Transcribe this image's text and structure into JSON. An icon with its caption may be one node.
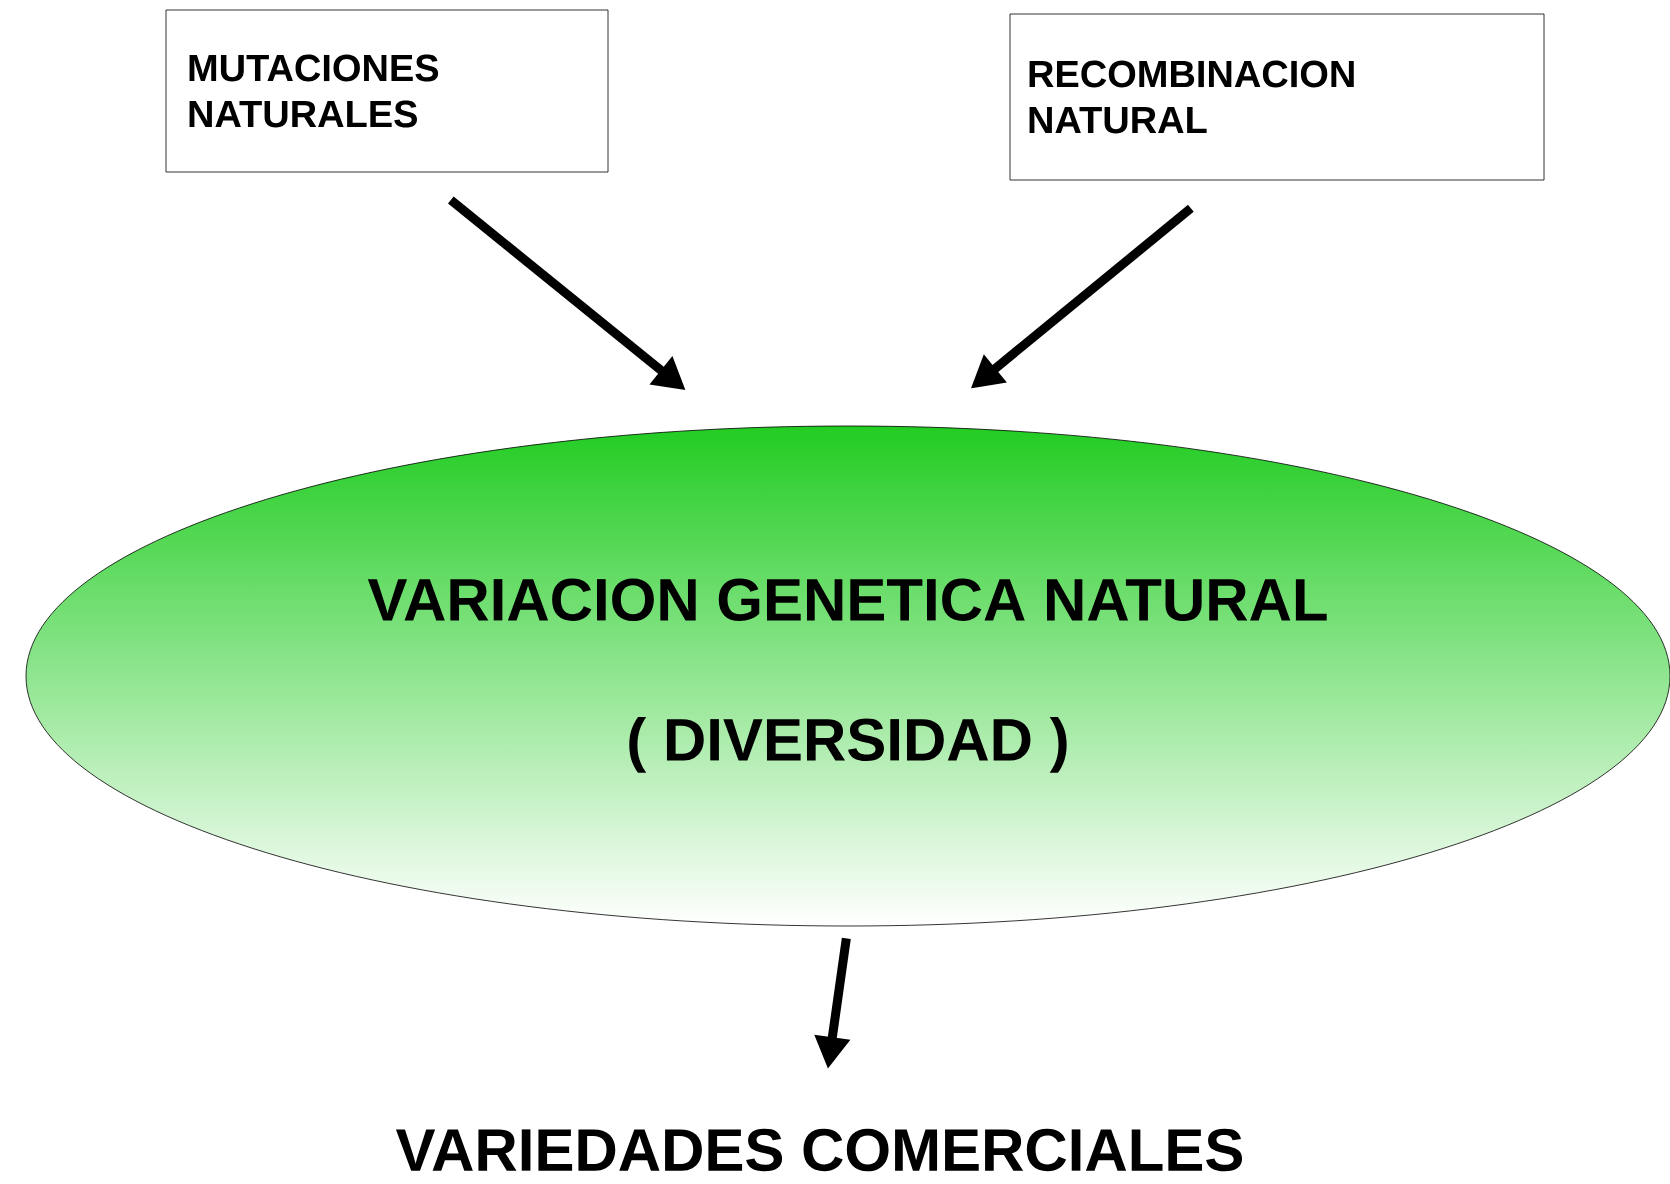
{
  "diagram": {
    "nodes": [
      {
        "text": [
          "MUTACIONES NATURALES"
        ]
      },
      {
        "text": [
          "RECOMBINACION NATURAL"
        ]
      },
      {
        "text": [
          "VARIACION GENETICA NATURAL",
          "( DIVERSIDAD )"
        ]
      },
      {
        "text": [
          "VARIEDADES COMERCIALES"
        ]
      }
    ],
    "edges": [
      {
        "from": 0,
        "to": 2,
        "arrow": "to"
      },
      {
        "from": 1,
        "to": 2,
        "arrow": "to"
      },
      {
        "from": 2,
        "to": 3,
        "arrow": "to"
      }
    ]
  }
}
